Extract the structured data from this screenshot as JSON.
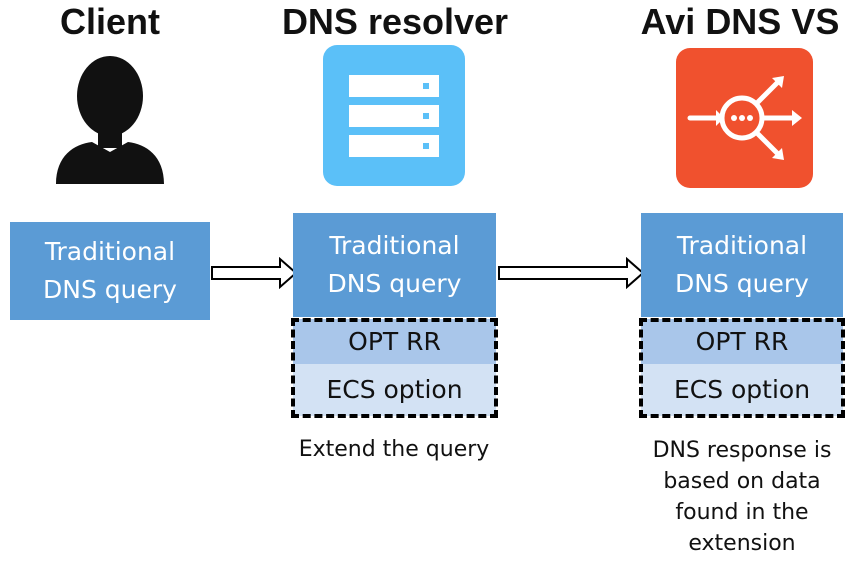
{
  "columns": {
    "client": {
      "title": "Client",
      "icon": "person-icon"
    },
    "resolver": {
      "title": "DNS resolver",
      "icon": "server-stack-icon",
      "icon_color": "#5bc0f8"
    },
    "avi": {
      "title": "Avi DNS VS",
      "icon": "network-scan-icon",
      "icon_color": "#f0512e"
    }
  },
  "client_box": {
    "line1": "Traditional",
    "line2": "DNS query"
  },
  "resolver_box": {
    "query_line1": "Traditional",
    "query_line2": "DNS query",
    "opt": "OPT RR",
    "ecs": "ECS option"
  },
  "avi_box": {
    "query_line1": "Traditional",
    "query_line2": "DNS query",
    "opt": "OPT RR",
    "ecs": "ECS option"
  },
  "captions": {
    "resolver": "Extend the query",
    "avi_lines": [
      "DNS response is",
      "based on data",
      "found in the",
      "extension"
    ]
  },
  "colors": {
    "query_fill": "#5b9bd5",
    "opt_fill": "#a9c6ea",
    "ecs_fill": "#d3e2f4"
  }
}
